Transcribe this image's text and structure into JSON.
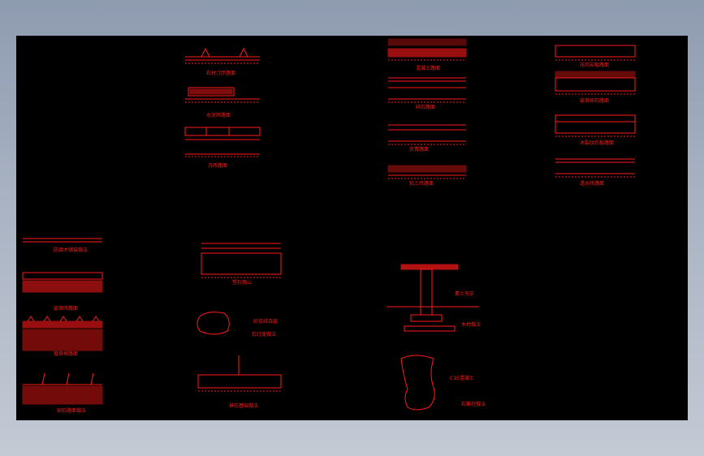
{
  "colors": {
    "background": "#000000",
    "line": "#ff1a1a",
    "frame": "#a9b3c3"
  },
  "details": [
    {
      "id": "d1",
      "caption": "石材汀步路面"
    },
    {
      "id": "d2",
      "caption": "水泥砖路面"
    },
    {
      "id": "d3",
      "caption": "方砖路面"
    },
    {
      "id": "d4",
      "caption": "混凝土路面"
    },
    {
      "id": "d5",
      "caption": "碎石路面"
    },
    {
      "id": "d6",
      "caption": "沥青路面"
    },
    {
      "id": "d7",
      "caption": "粘土砖路面"
    },
    {
      "id": "d8",
      "caption": "花岗岩板路面"
    },
    {
      "id": "d9",
      "caption": "嵌草卵石路面"
    },
    {
      "id": "d10",
      "caption": "冰裂纹石板路面"
    },
    {
      "id": "d11",
      "caption": "透水砖路面"
    },
    {
      "id": "d12",
      "caption": "防腐木铺装做法"
    },
    {
      "id": "d13",
      "caption": "嵌草砖路面"
    },
    {
      "id": "d14",
      "caption": "植草格路面"
    },
    {
      "id": "d15",
      "caption": "卵石路面做法"
    },
    {
      "id": "d16",
      "caption": "塑石假山"
    },
    {
      "id": "d17",
      "caption": "石灯笼做法"
    },
    {
      "id": "d18",
      "caption": "景石基础做法"
    },
    {
      "id": "d19",
      "caption": "木桥做法"
    },
    {
      "id": "d20",
      "caption": "石雕柱做法"
    }
  ],
  "notes": {
    "n1": "素土夯实",
    "n2": "C15混凝土",
    "n3": "砂浆结合层"
  }
}
